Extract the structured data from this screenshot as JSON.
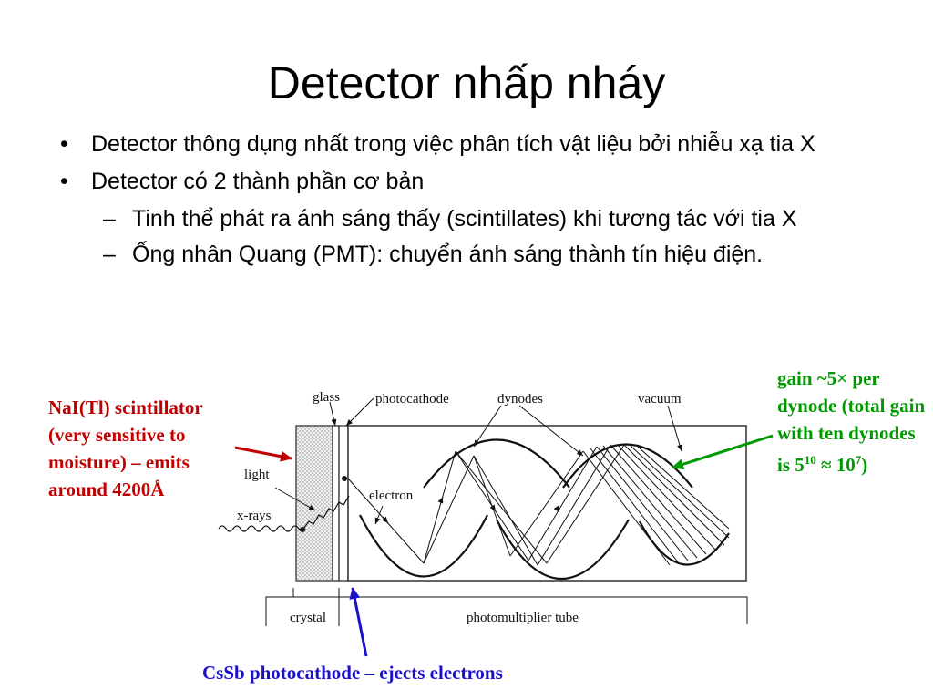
{
  "slide": {
    "title": "Detector nhấp nháy",
    "bullets": [
      {
        "level": 1,
        "mark": "•",
        "text": "Detector thông dụng nhất trong việc phân tích vật liệu bởi nhiễu xạ tia X"
      },
      {
        "level": 1,
        "mark": "•",
        "text": "Detector có 2 thành phần cơ bản"
      },
      {
        "level": 2,
        "mark": "–",
        "text": "Tinh thể phát ra ánh sáng thấy (scintillates) khi tương tác với tia X"
      },
      {
        "level": 2,
        "mark": "–",
        "text": "Ống nhân Quang (PMT): chuyển ánh sáng thành tín hiệu điện."
      }
    ]
  },
  "diagram_labels": {
    "glass": "glass",
    "photocathode": "photocathode",
    "dynodes": "dynodes",
    "vacuum": "vacuum",
    "light": "light",
    "xrays": "x-rays",
    "electron": "electron",
    "crystal": "crystal",
    "pmt": "photomultiplier tube"
  },
  "annotations": {
    "scintillator": "NaI(Tl) scintillator (very sensitive to moisture) – emits around 4200Å",
    "gain_pre": "gain ~5× per dynode (total gain with ten dynodes is 5",
    "gain_exp1": "10",
    "gain_mid": " ≈ 10",
    "gain_exp2": "7",
    "gain_post": ")",
    "photocathode": "CsSb photocathode – ejects electrons"
  },
  "colors": {
    "red": "#c00000",
    "green": "#009900",
    "blue": "#1a10cc"
  }
}
